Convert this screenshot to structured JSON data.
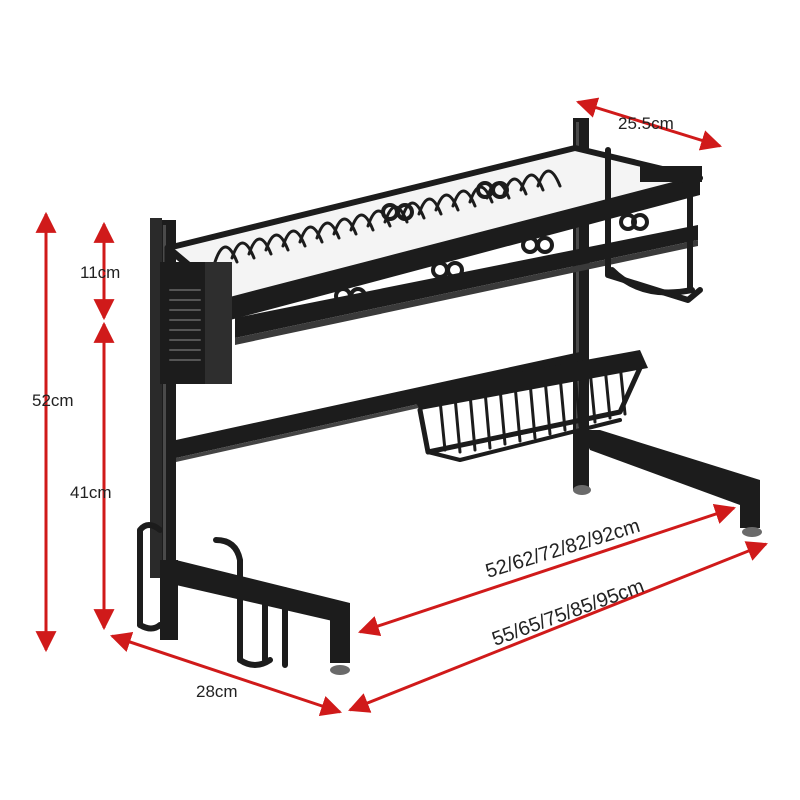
{
  "dimensions": {
    "depth_top": "25.5cm",
    "tier_gap": "11cm",
    "total_height": "52cm",
    "lower_height": "41cm",
    "inner_width": "52/62/72/82/92cm",
    "outer_width": "55/65/75/85/95cm",
    "base_depth": "28cm"
  },
  "colors": {
    "arrow": "#d01a1a",
    "rack": "#1c1c1c",
    "rack_highlight": "#4a4a4a",
    "label": "#222222"
  }
}
